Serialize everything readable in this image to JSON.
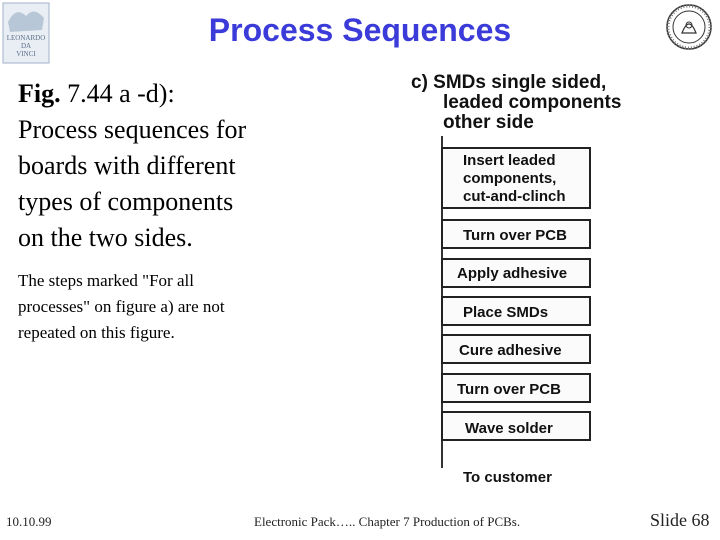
{
  "header": {
    "title": "Process Sequences"
  },
  "logo_left": {
    "text_lines": [
      "LEONARDO",
      "DA",
      "VINCI"
    ]
  },
  "figure_caption": {
    "ref": "Fig.",
    "rest": " 7.44 a -d):",
    "lines": [
      "Process sequences for",
      "boards with different",
      "types of components",
      "on the two sides."
    ]
  },
  "note": {
    "lines": [
      "The steps marked \"For all",
      "processes\" on figure a) are not",
      "repeated on this figure."
    ]
  },
  "diagram": {
    "heading": [
      "c) SMDs single sided,",
      "leaded components",
      "other side"
    ],
    "steps": [
      [
        "Insert leaded",
        "components,",
        "cut-and-clinch"
      ],
      [
        "Turn over PCB"
      ],
      [
        "Apply adhesive"
      ],
      [
        "Place SMDs"
      ],
      [
        "Cure adhesive"
      ],
      [
        "Turn over PCB"
      ],
      [
        "Wave solder"
      ]
    ],
    "final": "To customer"
  },
  "footer": {
    "date": "10.10.99",
    "center": "Electronic Pack….. Chapter 7 Production of PCBs.",
    "slide_label": "Slide",
    "slide_number": "68"
  },
  "colors": {
    "title": "#3b3bd9"
  }
}
